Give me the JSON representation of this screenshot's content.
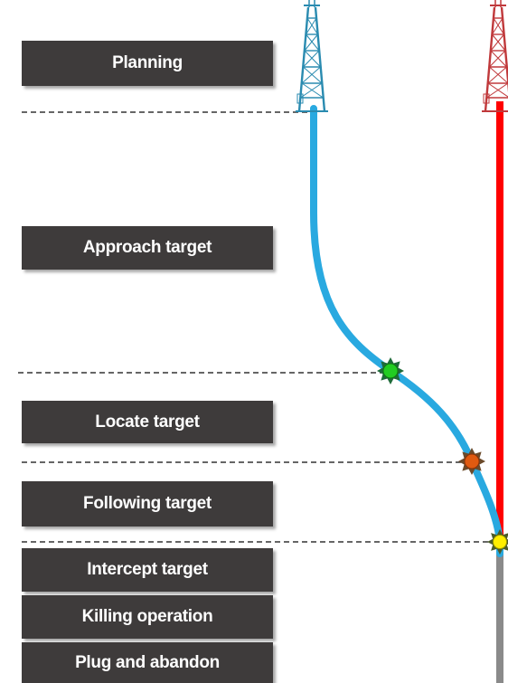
{
  "stages": [
    {
      "key": "planning",
      "label": "Planning"
    },
    {
      "key": "approach",
      "label": "Approach target"
    },
    {
      "key": "locate",
      "label": "Locate target"
    },
    {
      "key": "following",
      "label": "Following target"
    },
    {
      "key": "intercept",
      "label": "Intercept target"
    },
    {
      "key": "killing",
      "label": "Killing operation"
    },
    {
      "key": "plug",
      "label": "Plug and abandon"
    }
  ],
  "colors": {
    "stage_box": "#3e3b3b",
    "relief_well": "#29a9e0",
    "target_well": "#ff0000",
    "cased_section": "#8a8a8a",
    "relief_rig": "#2a8bb0",
    "target_rig": "#c0393b",
    "marker_locate": "#22cc22",
    "marker_following": "#e05a10",
    "marker_intercept": "#ffee00"
  }
}
